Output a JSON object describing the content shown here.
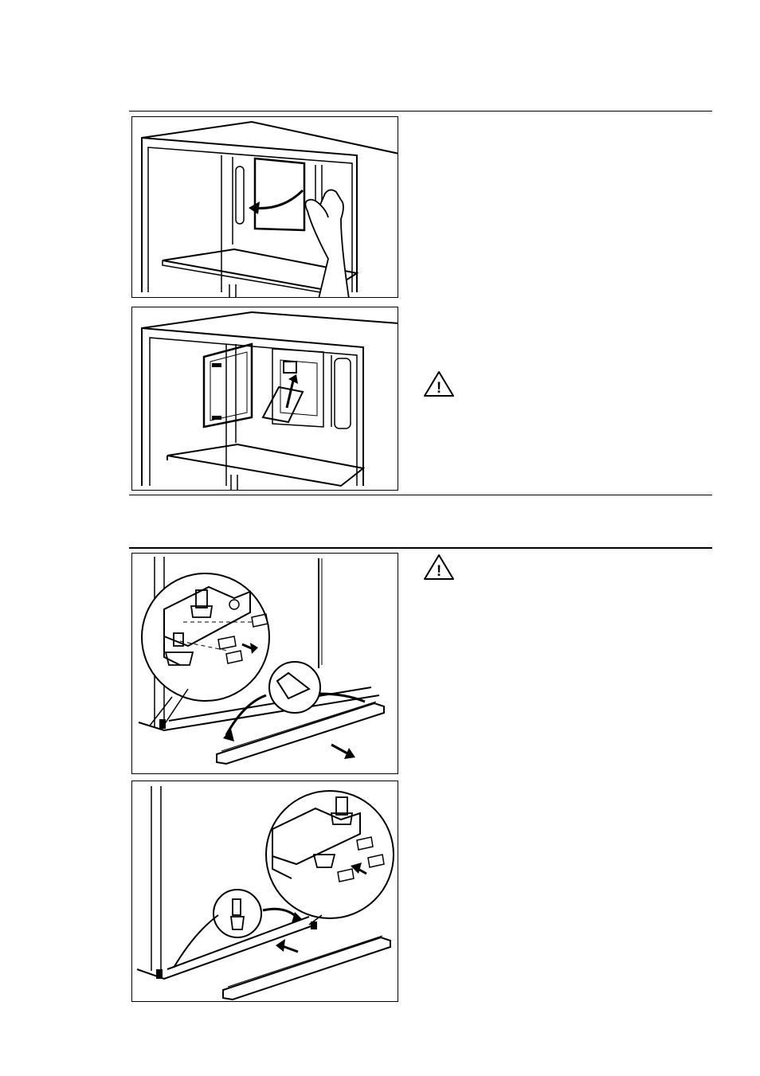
{
  "figures": [
    {
      "id": "fig-1",
      "icon": "hand-opening-cover-illustration"
    },
    {
      "id": "fig-2",
      "icon": "remove-light-cover-illustration"
    },
    {
      "id": "fig-3",
      "icon": "remove-plinth-brackets-illustration"
    },
    {
      "id": "fig-4",
      "icon": "install-plinth-brackets-illustration"
    }
  ],
  "warnings": [
    {
      "icon": "warning-triangle-icon",
      "mark": "!"
    },
    {
      "icon": "warning-triangle-icon",
      "mark": "!"
    }
  ]
}
